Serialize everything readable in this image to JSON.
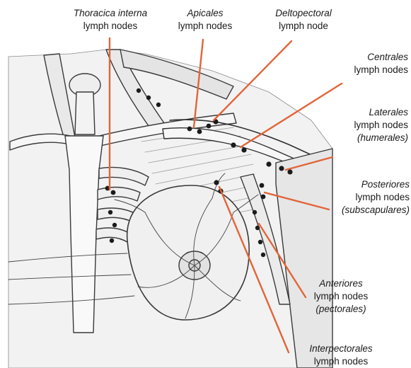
{
  "colors": {
    "leader_line": "#e2653a",
    "node": "#1b1b1b",
    "skin_outline": "#3a3a3a",
    "muscle_fill": "#ececec",
    "vein_fill": "#f6f6f6",
    "background": "#ffffff"
  },
  "labels": {
    "thoracica_interna": {
      "name": "Thoracica interna",
      "sub": "lymph nodes"
    },
    "apicales": {
      "name": "Apicales",
      "sub": "lymph nodes"
    },
    "deltopectoral": {
      "name": "Deltopectoral",
      "sub": "lymph node"
    },
    "centrales": {
      "name": "Centrales",
      "sub": "lymph nodes"
    },
    "laterales": {
      "name": "Laterales",
      "sub": "lymph nodes",
      "alt": "(humerales)"
    },
    "posteriores": {
      "name": "Posteriores",
      "sub": "lymph nodes",
      "alt": "(subscapulares)"
    },
    "anteriores": {
      "name": "Anteriores",
      "sub": "lymph nodes",
      "alt": "(pectorales)"
    },
    "interpectorales": {
      "name": "Interpectorales",
      "sub": "lymph nodes"
    }
  }
}
